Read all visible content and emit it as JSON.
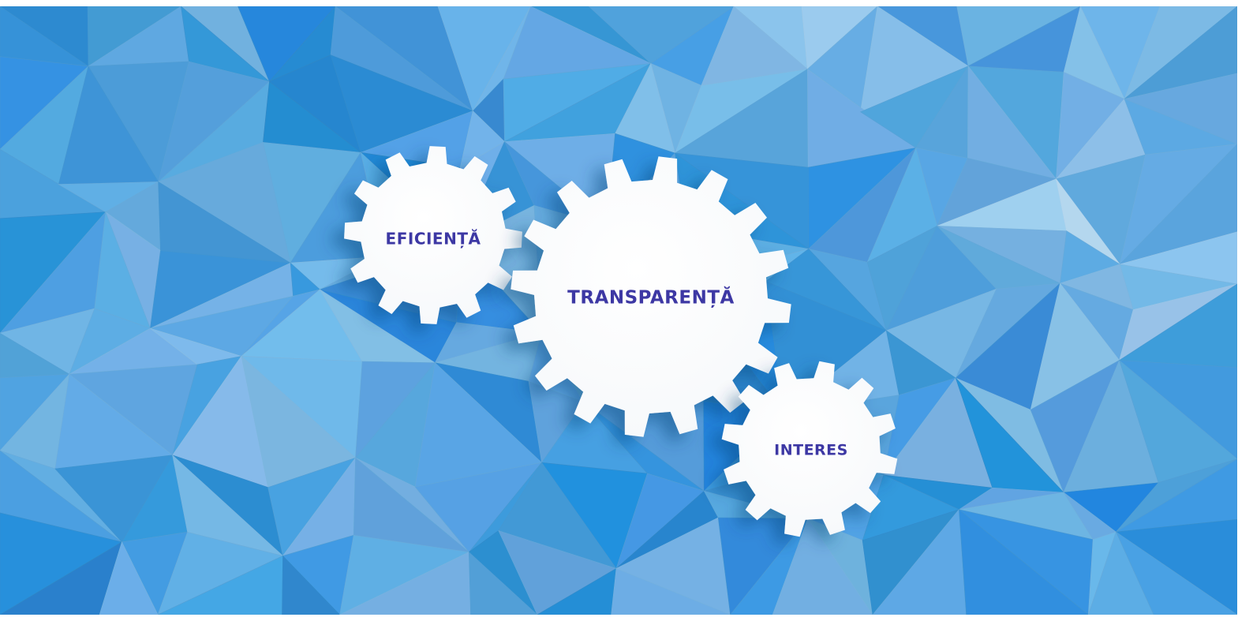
{
  "gears": [
    {
      "id": "eficienta",
      "label": "EFICIENȚĂ"
    },
    {
      "id": "transparenta",
      "label": "TRANSPARENȚĂ"
    },
    {
      "id": "interes",
      "label": "INTERES"
    }
  ],
  "colors": {
    "background_base": "#2f8fd3",
    "gear_fill": "#ffffff",
    "label_text": "#3d38a4"
  }
}
